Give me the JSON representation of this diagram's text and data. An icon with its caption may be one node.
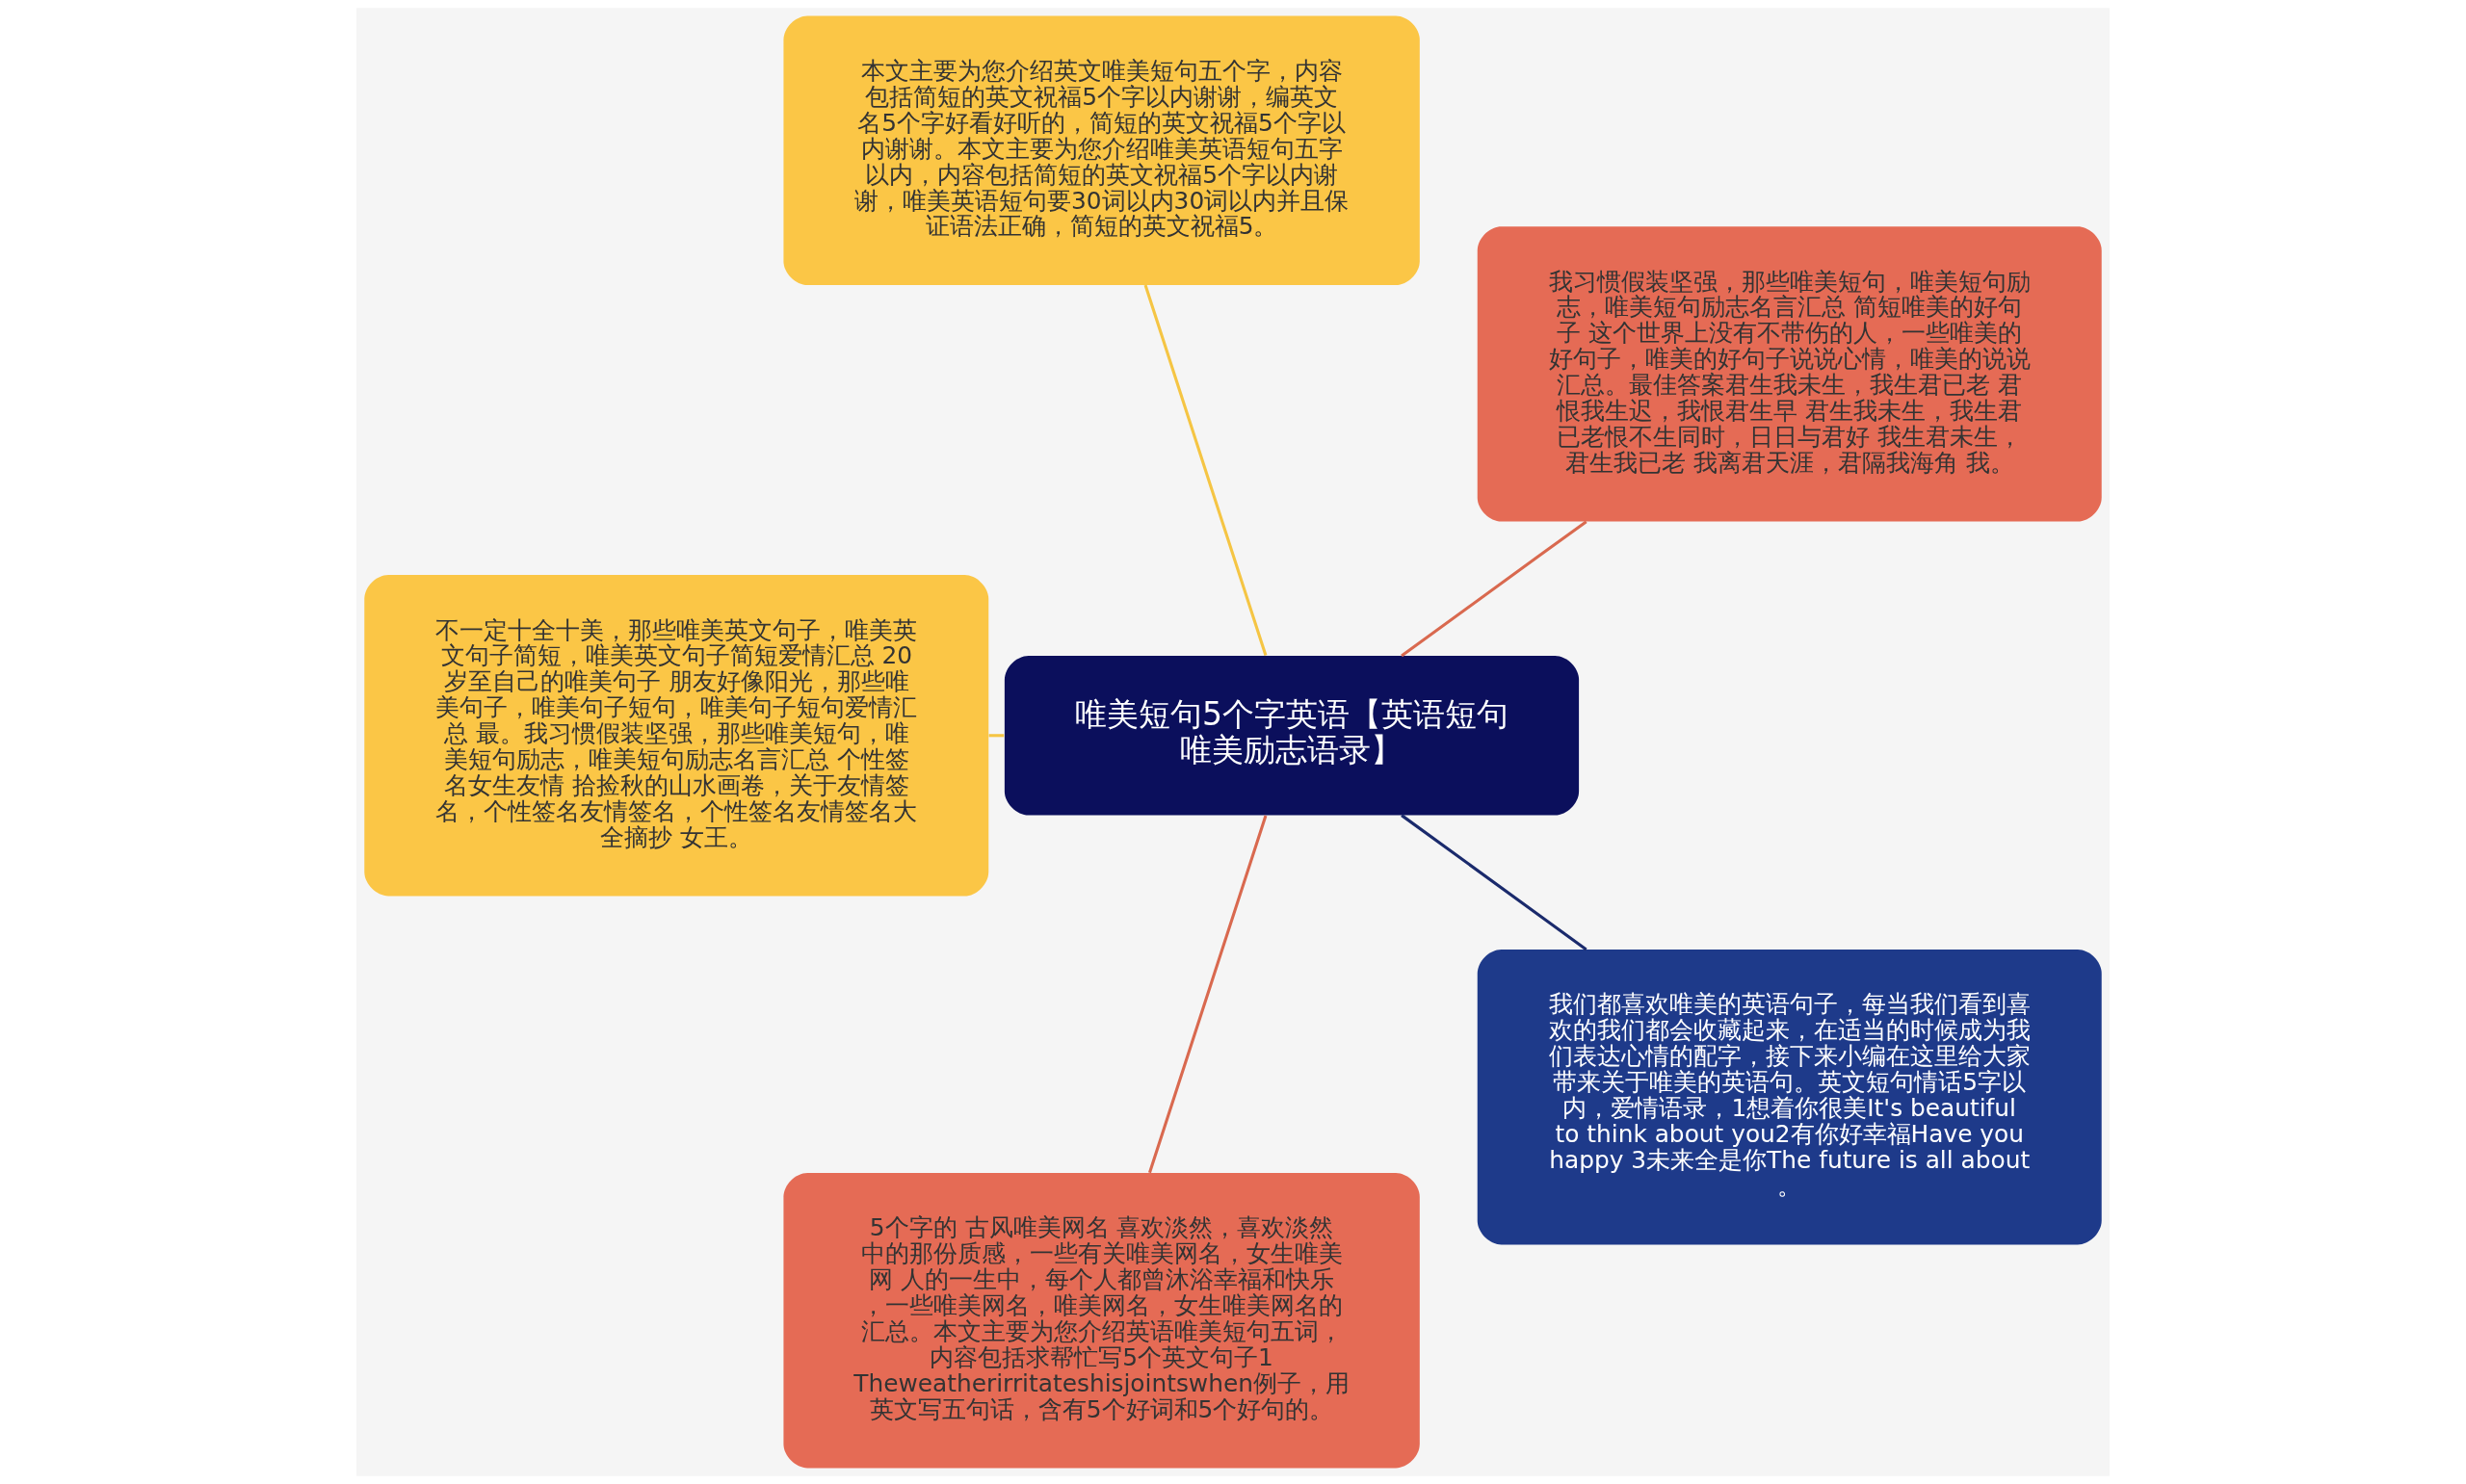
{
  "diagram": {
    "nodes": [
      {
        "text": [
          "唯美短句5个字英语【英语短句唯美励志语录】"
        ]
      },
      {
        "text": [
          "我习惯假装坚强，那些唯美短句，唯美短句励志，唯美短句励志名言汇总 简短唯美的好句子 这个世界上没有不带伤的人，一些唯美的好句子，唯美的好句子说说心情，唯美的说说汇总。最佳答案君生我未生，我生君已老 君恨我生迟，我恨君生早 君生我未生，我生君已老恨不生同时，日日与君好 我生君未生，君生我已老 我离君天涯，君隔我海角 我。"
        ]
      },
      {
        "text": [
          "本文主要为您介绍英文唯美短句五个字，内容包括简短的英文祝福5个字以内谢谢，编英文名5个字好看好听的，简短的英文祝福5个字以内谢谢。本文主要为您介绍唯美英语短句五字以内，内容包括简短的英文祝福5个字以内谢谢，唯美英语短句要30词以内30词以内并且保证语法正确，简短的英文祝福5。"
        ]
      },
      {
        "text": [
          "不一定十全十美，那些唯美英文句子，唯美英文句子简短，唯美英文句子简短爱情汇总 20岁至自己的唯美句子 朋友好像阳光，那些唯美句子，唯美句子短句，唯美句子短句爱情汇总 最。我习惯假装坚强，那些唯美短句，唯美短句励志，唯美短句励志名言汇总 个性签名女生友情 拾捡秋的山水画卷，关于友情签名，个性签名友情签名，个性签名友情签名大全摘抄 女王。"
        ]
      },
      {
        "text": [
          "5个字的 古风唯美网名 喜欢淡然，喜欢淡然中的那份质感，一些有关唯美网名，女生唯美网 人的一生中，每个人都曾沐浴幸福和快乐，一些唯美网名，唯美网名，女生唯美网名的汇总。本文主要为您介绍英语唯美短句五词，内容包括求帮忙写5个英文句子1 Theweatherirritateshisjointswhen例子，用英文写五句话，含有5个好词和5个好句的。"
        ]
      },
      {
        "text": [
          "我们都喜欢唯美的英语句子，每当我们看到喜欢的我们都会收藏起来，在适当的时候成为我们表达心情的配字，接下来小编在这里给大家带来关于唯美的英语句。英文短句情话5字以内，爱情语录，1想着你很美It's beautiful to think about you2有你好幸福Have you happy 3未来全是你The future is all about。"
        ]
      }
    ],
    "edges": [
      {
        "from": 0,
        "to": 1,
        "arrow": "none",
        "color": "#d9694f"
      },
      {
        "from": 0,
        "to": 2,
        "arrow": "none",
        "color": "#f5c544"
      },
      {
        "from": 0,
        "to": 3,
        "arrow": "none",
        "color": "#f5c544"
      },
      {
        "from": 0,
        "to": 4,
        "arrow": "none",
        "color": "#d9694f"
      },
      {
        "from": 0,
        "to": 5,
        "arrow": "none",
        "color": "#1a2a6c"
      }
    ]
  }
}
